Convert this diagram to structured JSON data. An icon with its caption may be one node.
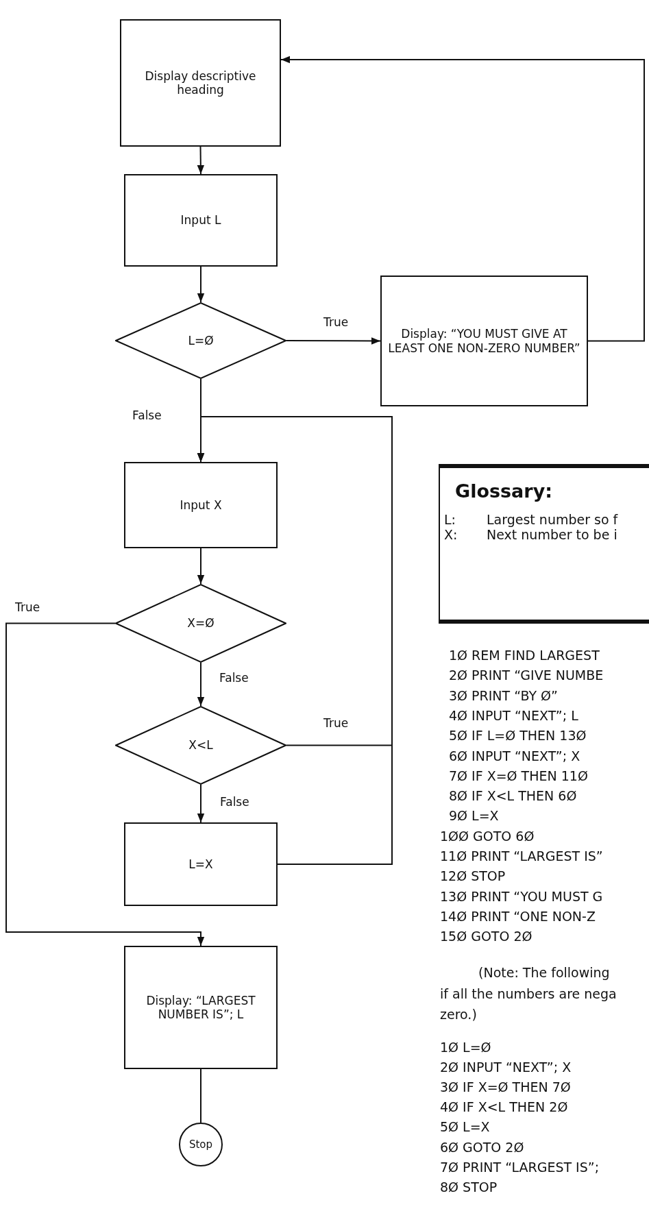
{
  "diagram": {
    "nodes": [
      {
        "text": [
          "Display descriptive heading"
        ]
      },
      {
        "text": [
          "Input L"
        ]
      },
      {
        "text": [
          "L=Ø"
        ]
      },
      {
        "text": [
          "Display: “YOU MUST GIVE AT LEAST ONE NON-ZERO NUMBER”"
        ]
      },
      {
        "text": [
          "Input X"
        ]
      },
      {
        "text": [
          "X=Ø"
        ]
      },
      {
        "text": [
          "X<L"
        ]
      },
      {
        "text": [
          "L=X"
        ]
      },
      {
        "text": [
          "Display: “LARGEST NUMBER IS”; L"
        ]
      },
      {
        "text": [
          "Stop"
        ]
      },
      {
        "text": [
          "Glossary:",
          "L:",
          "Largest number so f",
          "X:",
          "Next number to be i"
        ]
      }
    ],
    "edges": [
      {
        "from": 0,
        "to": 1,
        "arrow": "to"
      },
      {
        "from": 1,
        "to": 2,
        "arrow": "to"
      },
      {
        "from": 2,
        "to": 3,
        "arrow": "to",
        "label": "True"
      },
      {
        "from": 3,
        "to": 0,
        "arrow": "to"
      },
      {
        "from": 2,
        "to": 4,
        "arrow": "to",
        "label": "False"
      },
      {
        "from": 4,
        "to": 5,
        "arrow": "to"
      },
      {
        "from": 5,
        "to": 8,
        "arrow": "to",
        "label": "True"
      },
      {
        "from": 5,
        "to": 6,
        "arrow": "to",
        "label": "False"
      },
      {
        "from": 6,
        "to": 4,
        "arrow": "to",
        "label": "True"
      },
      {
        "from": 6,
        "to": 7,
        "arrow": "to",
        "label": "False"
      },
      {
        "from": 7,
        "to": 4,
        "arrow": "to"
      },
      {
        "from": 8,
        "to": 9,
        "arrow": "none"
      }
    ],
    "labels": [
      "1Ø REM FIND LARGEST",
      "2Ø PRINT “GIVE NUMBE",
      "3Ø PRINT “BY Ø”",
      "4Ø INPUT “NEXT”; L",
      "5Ø IF L=Ø THEN 13Ø",
      "6Ø INPUT “NEXT”; X",
      "7Ø IF X=Ø THEN 11Ø",
      "8Ø IF X<L THEN 6Ø",
      "9Ø L=X",
      "1ØØ GOTO 6Ø",
      "11Ø PRINT “LARGEST IS”",
      "12Ø STOP",
      "13Ø PRINT “YOU MUST G",
      "14Ø PRINT “ONE NON-Z",
      "15Ø GOTO 2Ø",
      "(Note: The following",
      "if all the numbers are nega",
      "zero.)",
      "1Ø L=Ø",
      "2Ø INPUT “NEXT”; X",
      "3Ø IF X=Ø THEN 7Ø",
      "4Ø IF X<L THEN 2Ø",
      "5Ø L=X",
      "6Ø GOTO 2Ø",
      "7Ø PRINT “LARGEST IS”;",
      "8Ø STOP"
    ]
  }
}
